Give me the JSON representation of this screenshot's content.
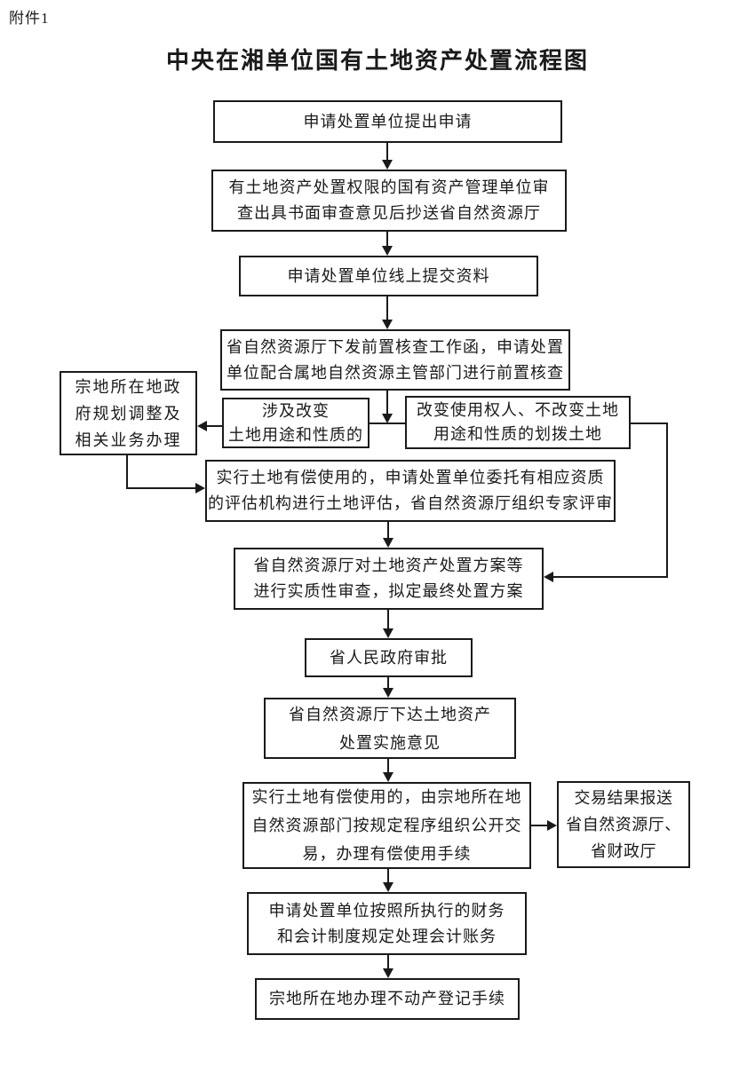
{
  "page": {
    "attachment_label": "附件1",
    "title": "中央在湘单位国有土地资产处置流程图",
    "colors": {
      "background": "#ffffff",
      "line": "#1a1a1a",
      "text": "#1a1a1a"
    }
  },
  "flowchart": {
    "nodes": {
      "apply": {
        "lines": [
          "申请处置单位提出申请"
        ]
      },
      "authority_review": {
        "lines": [
          "有土地资产处置权限的国有资产管理单位审",
          "查出具书面审查意见后抄送省自然资源厅"
        ]
      },
      "online_submit": {
        "lines": [
          "申请处置单位线上提交资料"
        ]
      },
      "pre_check": {
        "lines": [
          "省自然资源厅下发前置核查工作函，申请处置",
          "单位配合属地自然资源主管部门进行前置核查"
        ]
      },
      "local_planning": {
        "lines": [
          "宗地所在地政",
          "府规划调整及",
          "相关业务办理"
        ]
      },
      "change_use": {
        "lines": [
          "涉及改变",
          "土地用途和性质的"
        ]
      },
      "no_change_use": {
        "lines": [
          "改变使用权人、不改变土地",
          "用途和性质的划拨土地"
        ]
      },
      "valuation": {
        "lines": [
          "实行土地有偿使用的，申请处置单位委托有相应资质",
          "的评估机构进行土地评估，省自然资源厅组织专家评审"
        ]
      },
      "substantive_review": {
        "lines": [
          "省自然资源厅对土地资产处置方案等",
          "进行实质性审查，拟定最终处置方案"
        ]
      },
      "provincial_approval": {
        "lines": [
          "省人民政府审批"
        ]
      },
      "implementation_opinion": {
        "lines": [
          "省自然资源厅下达土地资产",
          "处置实施意见"
        ]
      },
      "public_trading": {
        "lines": [
          "实行土地有偿使用的，由宗地所在地",
          "自然资源部门按规定程序组织公开交",
          "易，办理有偿使用手续"
        ]
      },
      "report_result": {
        "lines": [
          "交易结果报送",
          "省自然资源厅、",
          "省财政厅"
        ]
      },
      "accounting": {
        "lines": [
          "申请处置单位按照所执行的财务",
          "和会计制度规定处理会计账务"
        ]
      },
      "registration": {
        "lines": [
          "宗地所在地办理不动产登记手续"
        ]
      }
    }
  }
}
